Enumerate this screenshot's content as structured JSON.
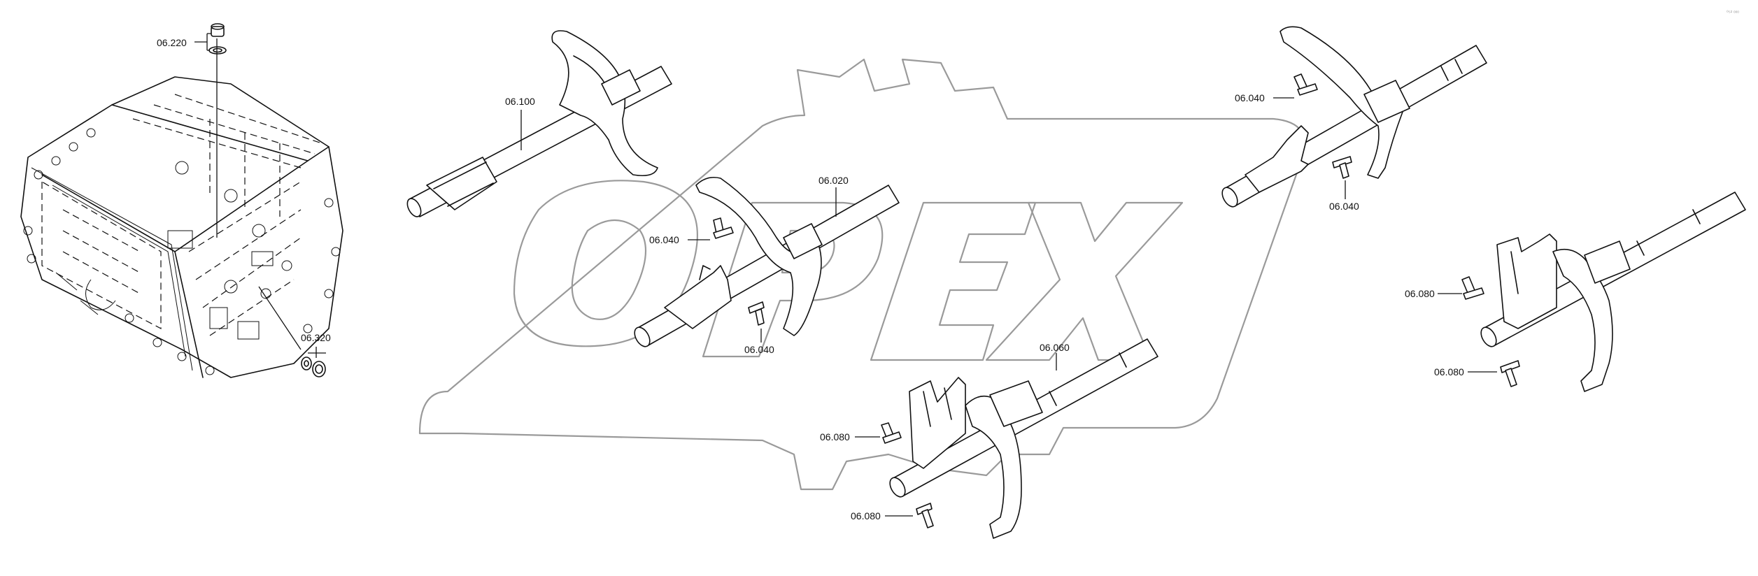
{
  "corner_code": "⁰⁵² ᵒᵒᵒ",
  "watermark": {
    "text": "OPEX"
  },
  "callouts": {
    "c_06_220": "06.220",
    "c_06_320": "06.320",
    "c_06_100": "06.100",
    "c_06_020": "06.020",
    "c_06_040_a": "06.040",
    "c_06_040_b": "06.040",
    "c_06_040_c": "06.040",
    "c_06_040_d": "06.040",
    "c_06_060": "06.060",
    "c_06_080_a": "06.080",
    "c_06_080_b": "06.080",
    "c_06_080_c": "06.080",
    "c_06_080_d": "06.080"
  }
}
